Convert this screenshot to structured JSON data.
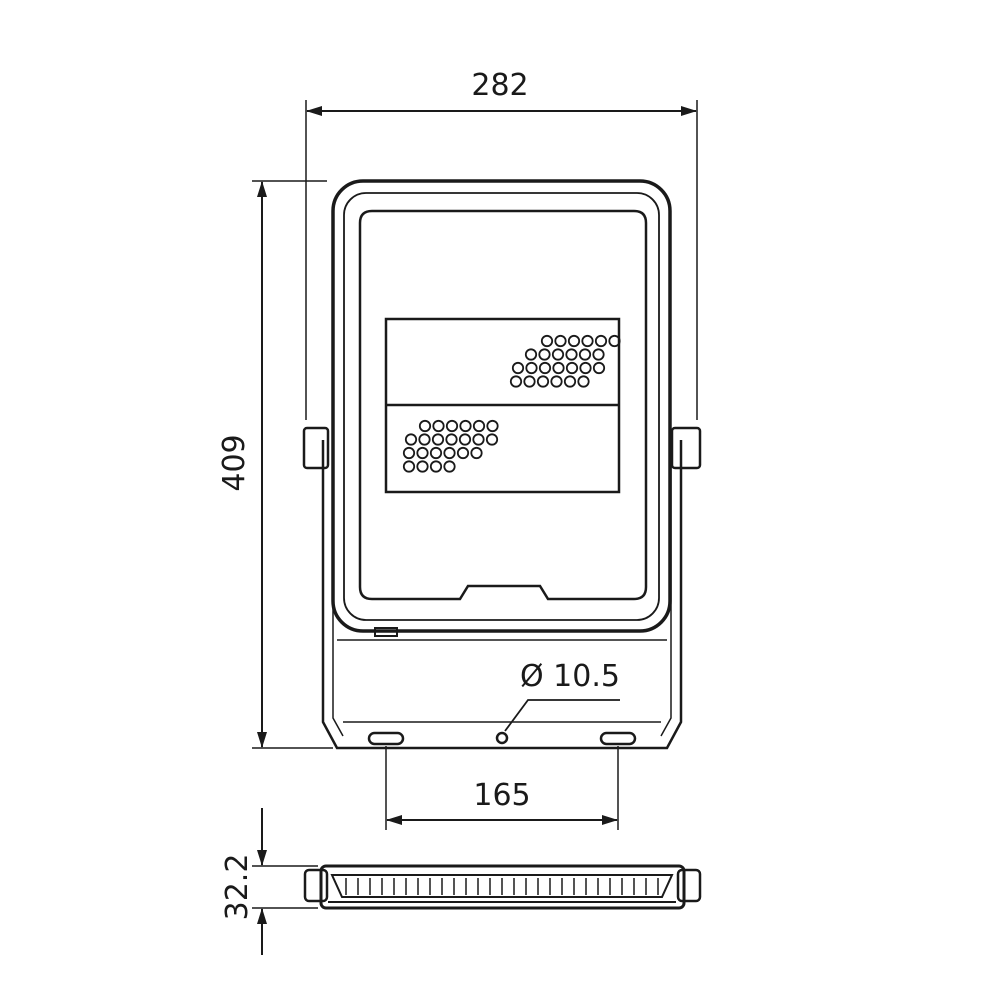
{
  "dimensions": {
    "width": "282",
    "height": "409",
    "mount_spacing": "165",
    "hole_diameter": "Ø 10.5",
    "depth": "32.2"
  },
  "colors": {
    "line": "#1a1a1a",
    "background": "#ffffff"
  }
}
